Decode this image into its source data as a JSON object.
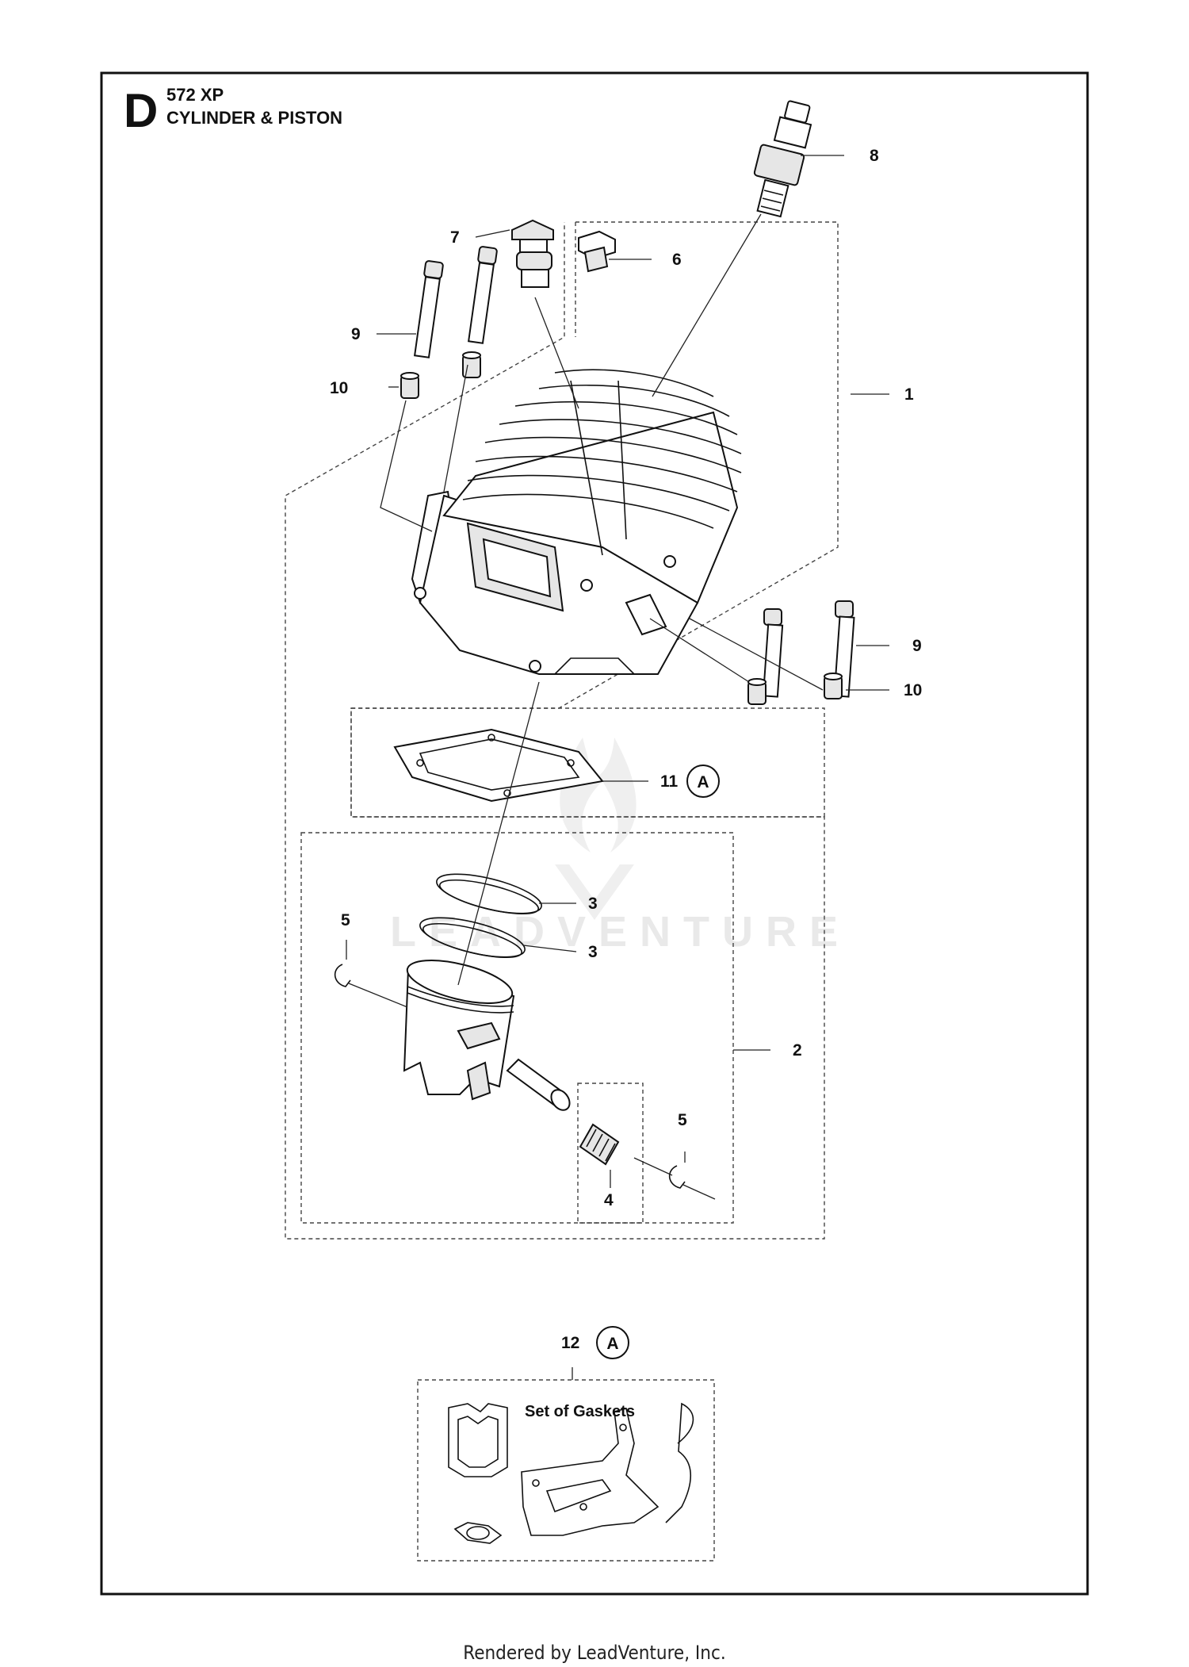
{
  "header": {
    "section_letter": "D",
    "model": "572 XP",
    "title": "CYLINDER & PISTON"
  },
  "watermark": "LEADVENTURE",
  "callouts": {
    "c1": "1",
    "c2": "2",
    "c3a": "3",
    "c3b": "3",
    "c4": "4",
    "c5a": "5",
    "c5b": "5",
    "c6": "6",
    "c7": "7",
    "c8": "8",
    "c9a": "9",
    "c9b": "9",
    "c10a": "10",
    "c10b": "10",
    "c11": "11",
    "c12": "12"
  },
  "badges": {
    "b11": "A",
    "b12": "A"
  },
  "kit": {
    "label": "Set of Gaskets"
  },
  "footer": "Rendered by LeadVenture, Inc."
}
